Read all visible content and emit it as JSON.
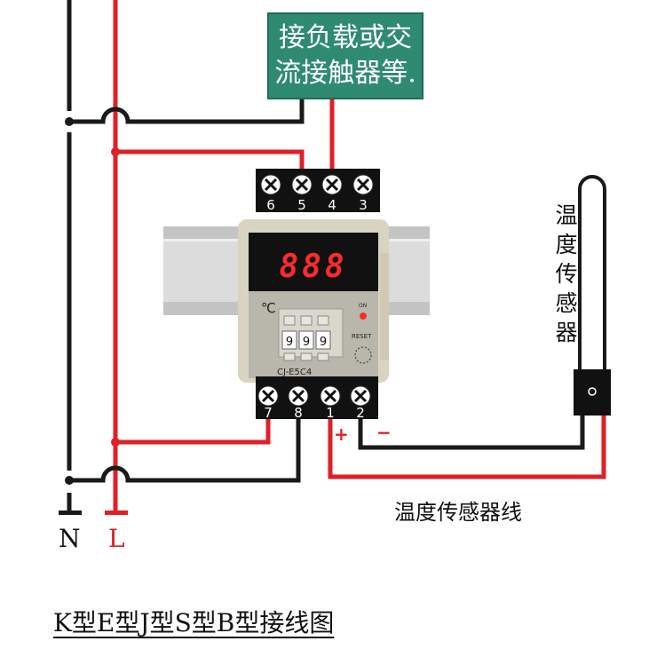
{
  "load_box": {
    "line1": "接负载或交",
    "line2": "流接触器等."
  },
  "device": {
    "model": "CJ-E5C4",
    "display": "888",
    "unit": "℃",
    "on_label": "ON",
    "reset_label": "RESET",
    "dial_digits": [
      "9",
      "9",
      "9"
    ],
    "top_terminals": [
      "6",
      "5",
      "4",
      "3"
    ],
    "bottom_terminals": [
      "7",
      "8",
      "1",
      "2"
    ]
  },
  "sensor": {
    "label_chars": [
      "温",
      "度",
      "传",
      "感",
      "器"
    ],
    "wire_label": "温度传感器线"
  },
  "polarity": {
    "plus": "+",
    "minus": "−"
  },
  "power": {
    "neutral": "N",
    "line": "L"
  },
  "caption": "K型E型J型S型B型接线图",
  "colors": {
    "red_wire": "#e01f26",
    "black_wire": "#1a1a1a",
    "display_digits": "#ff2a2a",
    "load_box_bg": "#2f8a72",
    "line_label": "#d42020"
  }
}
